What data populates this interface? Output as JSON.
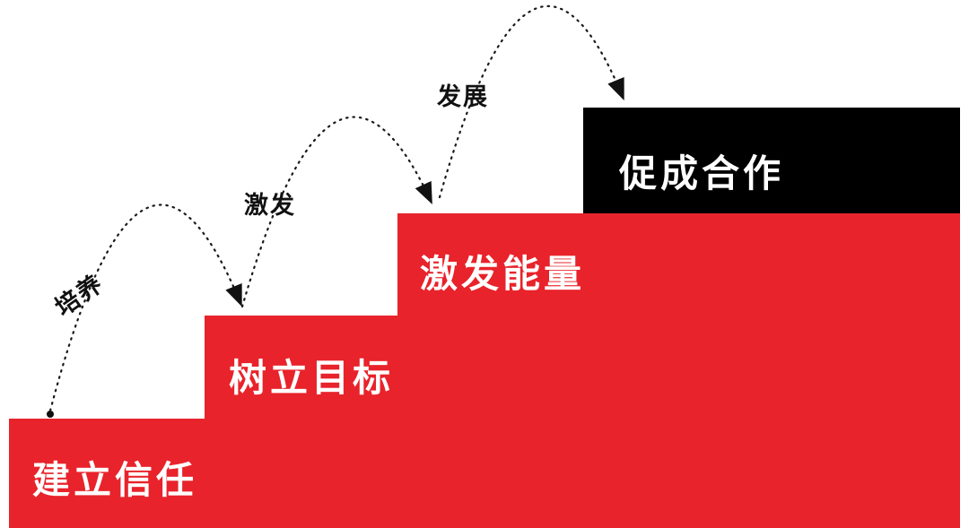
{
  "diagram": {
    "title": "staircase-growth-model",
    "steps": [
      {
        "label": "建立信任",
        "color": "#e8232b",
        "text_color": "#ffffff"
      },
      {
        "label": "树立目标",
        "color": "#e8232b",
        "text_color": "#ffffff"
      },
      {
        "label": "激发能量",
        "color": "#e8232b",
        "text_color": "#ffffff"
      },
      {
        "label": "促成合作",
        "color": "#000000",
        "text_color": "#ffffff"
      }
    ],
    "arrows": [
      {
        "label": "培养"
      },
      {
        "label": "激发"
      },
      {
        "label": "发展"
      }
    ],
    "colors": {
      "step_red": "#e8232b",
      "step_black": "#000000",
      "arrow_line": "#1a1a1a",
      "background": "#ffffff"
    }
  }
}
